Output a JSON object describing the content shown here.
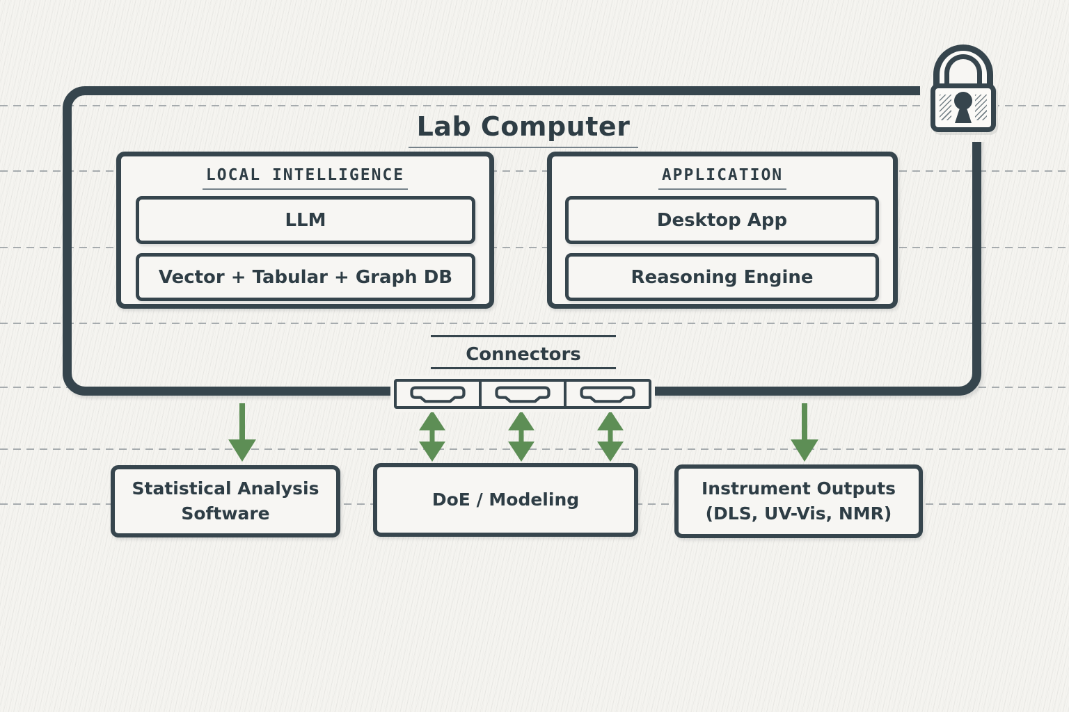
{
  "diagram": {
    "title": "Lab Computer",
    "sections": [
      {
        "header": "LOCAL INTELLIGENCE",
        "boxes": [
          "LLM",
          "Vector + Tabular + Graph DB"
        ]
      },
      {
        "header": "APPLICATION",
        "boxes": [
          "Desktop App",
          "Reasoning Engine"
        ]
      }
    ],
    "connectors_label": "Connectors",
    "connector_port_count": 3,
    "external_nodes": [
      {
        "label": "Statistical Analysis Software",
        "lines": [
          "Statistical Analysis",
          "Software"
        ],
        "connection": "arrow-down"
      },
      {
        "label": "DoE / Modeling",
        "lines": [
          "DoE / Modeling"
        ],
        "connection": "three-bidirectional-arrows"
      },
      {
        "label": "Instrument Outputs (DLS, UV-Vis, NMR)",
        "lines": [
          "Instrument Outputs",
          "(DLS, UV-Vis, NMR)"
        ],
        "connection": "arrow-down"
      }
    ],
    "icons": {
      "lock": "padlock-with-keyhole",
      "port": "hdmi-style-connector-port",
      "down_arrow": "green-down-arrow",
      "double_arrow": "green-bidirectional-arrow"
    }
  },
  "colors": {
    "ink": "#36454d",
    "text": "#2e3d45",
    "paper": "#f5f4f0",
    "box-fill": "#f7f6f3",
    "rule": "#8d9499",
    "green": "#5d8e55",
    "underline": "#76828a"
  }
}
